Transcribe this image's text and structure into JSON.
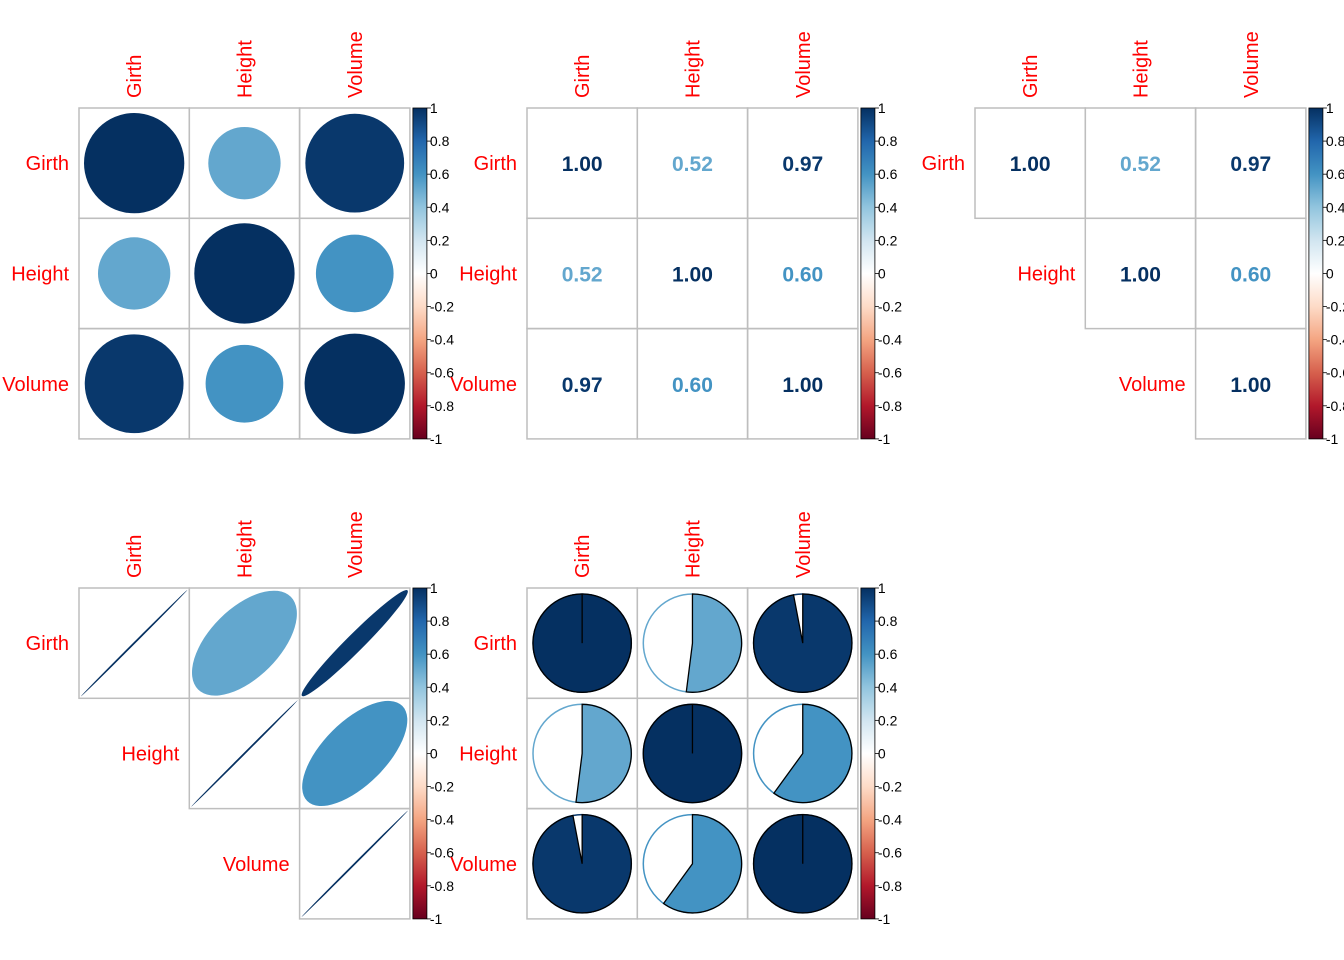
{
  "colors": {
    "label": "#ff0000",
    "grid": "#bebebe",
    "text": "#000000"
  },
  "colorbar": {
    "ticks": [
      "1",
      "0.8",
      "0.6",
      "0.4",
      "0.2",
      "0",
      "-0.2",
      "-0.4",
      "-0.6",
      "-0.8",
      "-1"
    ],
    "stops": [
      {
        "v": -1,
        "c": "#67001f"
      },
      {
        "v": -0.8,
        "c": "#b2182b"
      },
      {
        "v": -0.6,
        "c": "#d6604d"
      },
      {
        "v": -0.4,
        "c": "#f4a582"
      },
      {
        "v": -0.2,
        "c": "#fddbc7"
      },
      {
        "v": 0,
        "c": "#ffffff"
      },
      {
        "v": 0.2,
        "c": "#d1e5f0"
      },
      {
        "v": 0.4,
        "c": "#92c5de"
      },
      {
        "v": 0.6,
        "c": "#4393c3"
      },
      {
        "v": 0.8,
        "c": "#2166ac"
      },
      {
        "v": 1,
        "c": "#053061"
      }
    ]
  },
  "chart_data": [
    {
      "type": "heatmap",
      "method": "circle",
      "layout": "full",
      "variables": [
        "Girth",
        "Height",
        "Volume"
      ],
      "matrix": [
        [
          1.0,
          0.52,
          0.97
        ],
        [
          0.52,
          1.0,
          0.6
        ],
        [
          0.97,
          0.6,
          1.0
        ]
      ]
    },
    {
      "type": "heatmap",
      "method": "number",
      "layout": "full",
      "variables": [
        "Girth",
        "Height",
        "Volume"
      ],
      "matrix": [
        [
          1.0,
          0.52,
          0.97
        ],
        [
          0.52,
          1.0,
          0.6
        ],
        [
          0.97,
          0.6,
          1.0
        ]
      ],
      "labels": [
        [
          "1.00",
          "0.52",
          "0.97"
        ],
        [
          "0.52",
          "1.00",
          "0.60"
        ],
        [
          "0.97",
          "0.60",
          "1.00"
        ]
      ]
    },
    {
      "type": "heatmap",
      "method": "number",
      "layout": "upper",
      "variables": [
        "Girth",
        "Height",
        "Volume"
      ],
      "matrix": [
        [
          1.0,
          0.52,
          0.97
        ],
        [
          0.52,
          1.0,
          0.6
        ],
        [
          0.97,
          0.6,
          1.0
        ]
      ],
      "labels": [
        [
          "1.00",
          "0.52",
          "0.97"
        ],
        [
          "",
          "1.00",
          "0.60"
        ],
        [
          "",
          "",
          "1.00"
        ]
      ]
    },
    {
      "type": "heatmap",
      "method": "ellipse",
      "layout": "upper",
      "variables": [
        "Girth",
        "Height",
        "Volume"
      ],
      "matrix": [
        [
          1.0,
          0.52,
          0.97
        ],
        [
          0.52,
          1.0,
          0.6
        ],
        [
          0.97,
          0.6,
          1.0
        ]
      ]
    },
    {
      "type": "heatmap",
      "method": "pie",
      "layout": "full",
      "variables": [
        "Girth",
        "Height",
        "Volume"
      ],
      "matrix": [
        [
          1.0,
          0.52,
          0.97
        ],
        [
          0.52,
          1.0,
          0.6
        ],
        [
          0.97,
          0.6,
          1.0
        ]
      ]
    }
  ]
}
